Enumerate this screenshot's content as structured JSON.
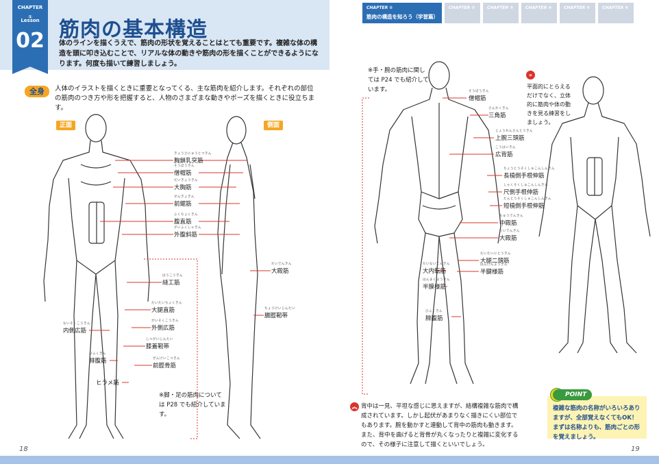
{
  "left": {
    "chapter_tag": "CHAPTER ①",
    "lesson_label": "Lesson",
    "lesson_number": "02",
    "title": "筋肉の基本構造",
    "intro": "体のラインを描くうえで、筋肉の形状を覚えることはとても重要です。複雑な体の構造を頭に叩き込むことで、リアルな体の動きや筋肉の形を描くことができるようになります。何度も描いて練習しましょう。",
    "section_badge": "全身",
    "section_text": "人体のイラストを描くときに重要となってくる、主な筋肉を紹介します。それぞれの部位の筋肉のつき方や形を把握すると、人物のさまざまな動きやポーズを描くときに役立ちます。",
    "front_tag": "正面",
    "side_tag": "側面",
    "upper_labels": [
      {
        "ruby": "きょうさにゅうとつきん",
        "text": "胸鎖乳突筋"
      },
      {
        "ruby": "そうぼうきん",
        "text": "僧帽筋"
      },
      {
        "ruby": "だいきょうきん",
        "text": "大胸筋"
      },
      {
        "ruby": "ぜんきょきん",
        "text": "前鋸筋"
      },
      {
        "ruby": "ふくちょくきん",
        "text": "腹直筋"
      },
      {
        "ruby": "がいふくしゃきん",
        "text": "外腹斜筋"
      }
    ],
    "lower_labels": [
      {
        "ruby": "ほうこうきん",
        "text": "縫工筋"
      },
      {
        "ruby": "だいたいちょくきん",
        "text": "大腿直筋"
      },
      {
        "ruby": "ないそくこうきん",
        "text": "内側広筋"
      },
      {
        "ruby": "がいそくこうきん",
        "text": "外側広筋"
      },
      {
        "ruby": "しつがいじんたい",
        "text": "膝蓋靭帯"
      },
      {
        "ruby": "ひふくきん",
        "text": "腓腹筋"
      },
      {
        "ruby": "ぜんけいこつきん",
        "text": "前脛骨筋"
      },
      {
        "ruby": "",
        "text": "ヒラメ筋"
      }
    ],
    "side_labels": [
      {
        "ruby": "だいでんきん",
        "text": "大殿筋"
      },
      {
        "ruby": "ちょうけいじんたい",
        "text": "腸脛靭帯"
      }
    ],
    "note": "※脚・足の筋肉については P28 でも紹介しています。",
    "page_number": "18"
  },
  "right": {
    "tabs": [
      {
        "chapter": "CHAPTER ①",
        "label": "筋肉の構造を知ろう（学習篇）",
        "active": true
      },
      {
        "chapter": "CHAPTER ②",
        "label": "",
        "active": false
      },
      {
        "chapter": "CHAPTER ③",
        "label": "",
        "active": false
      },
      {
        "chapter": "CHAPTER ④",
        "label": "",
        "active": false
      },
      {
        "chapter": "CHAPTER ⑤",
        "label": "",
        "active": false
      },
      {
        "chapter": "CHAPTER ⑥",
        "label": "",
        "active": false
      }
    ],
    "note": "※手・腕の筋肉に関しては P24 でも紹介しています。",
    "back_labels": [
      {
        "ruby": "そうぼうきん",
        "text": "僧帽筋"
      },
      {
        "ruby": "さんかくきん",
        "text": "三角筋"
      },
      {
        "ruby": "じょうわんさんとうきん",
        "text": "上腕三頭筋"
      },
      {
        "ruby": "こうはいきん",
        "text": "広背筋"
      },
      {
        "ruby": "ちょうとうそくしゅこんしんきん",
        "text": "長橈側手根伸筋"
      },
      {
        "ruby": "しゃくそくしゅこんしんきん",
        "text": "尺側手根伸筋"
      },
      {
        "ruby": "たんとうそくしゅこんしんきん",
        "text": "短橈側手根伸筋"
      },
      {
        "ruby": "ちゅうでんきん",
        "text": "中殿筋"
      },
      {
        "ruby": "だいでんきん",
        "text": "大殿筋"
      },
      {
        "ruby": "だいたいにとうきん",
        "text": "大腿二頭筋"
      },
      {
        "ruby": "はんけんようきん",
        "text": "半腱様筋"
      },
      {
        "ruby": "はんまくようきん",
        "text": "半膜様筋"
      },
      {
        "ruby": "ひふくきん",
        "text": "腓腹筋"
      }
    ],
    "inner_label": {
      "ruby": "だいないてんきん",
      "text": "大内転筋"
    },
    "side_note": "平面的にとらえるだけでなく、立体的に筋肉や体の動きを見る練習をしましょう。",
    "bottom_text": "背中は一見、平坦な感じに思えますが、結構複雑な筋肉で構成されています。しかし起伏があまりなく描きにくい部位でもあります。腕を動かすと連動して背中の筋肉も動きます。また、背中を曲げると背骨が丸くなったりと複雑に変化するので、その様子に注意して描くといいでしょう。",
    "point_tag": "POINT",
    "point_text": "複雑な筋肉の名称がいろいろありますが、全部覚えなくてもOK！　まずは名称よりも、筋肉ごとの形を覚えましょう。",
    "page_number": "19"
  },
  "colors": {
    "primary_blue": "#2c6eb4",
    "header_bg": "#d9e6f4",
    "orange": "#f5a623",
    "leader_red": "#d9342b",
    "point_green": "#3a9a3f",
    "point_bg": "#fdf3b4"
  }
}
